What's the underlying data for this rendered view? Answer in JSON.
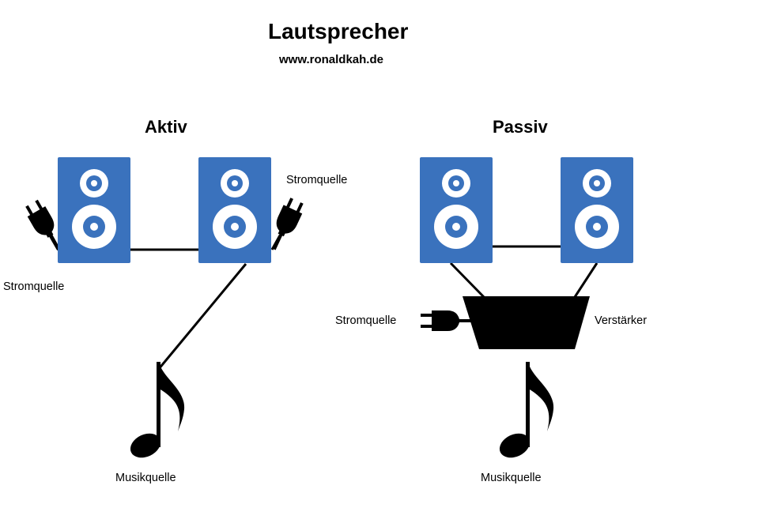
{
  "title": "Lautsprecher",
  "website": "www.ronaldkah.de",
  "sections": {
    "active": {
      "heading": "Aktiv",
      "power_label_left": "Stromquelle",
      "power_label_right": "Stromquelle",
      "music_label": "Musikquelle"
    },
    "passive": {
      "heading": "Passiv",
      "power_label": "Stromquelle",
      "amplifier_label": "Verstärker",
      "music_label": "Musikquelle"
    }
  },
  "colors": {
    "speaker": "#3a72bd",
    "speaker_cone": "#ffffff",
    "line": "#000000"
  },
  "icons": [
    "speaker-icon",
    "power-plug-icon",
    "music-note-icon",
    "amplifier-icon"
  ]
}
